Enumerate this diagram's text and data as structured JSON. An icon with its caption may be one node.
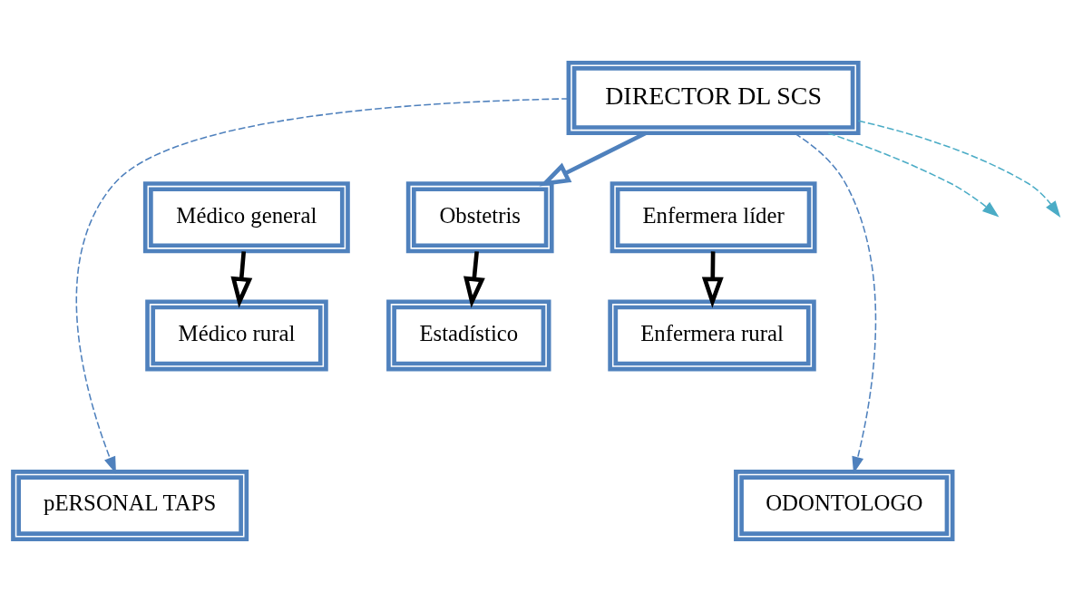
{
  "diagram": {
    "nodes": [
      {
        "text": [
          "DIRECTOR DL SCS"
        ]
      },
      {
        "text": [
          "Médico general"
        ]
      },
      {
        "text": [
          "Médico rural"
        ]
      },
      {
        "text": [
          "Obstetris"
        ]
      },
      {
        "text": [
          "Estadístico"
        ]
      },
      {
        "text": [
          "Enfermera líder"
        ]
      },
      {
        "text": [
          "Enfermera rural"
        ]
      },
      {
        "text": [
          "pERSONAL TAPS"
        ]
      },
      {
        "text": [
          "ODONTOLOGO"
        ]
      }
    ],
    "edges": [
      {
        "from": 0,
        "to": 7,
        "arrow": "to",
        "style": "dashed",
        "color": "#4f81bd"
      },
      {
        "from": 0,
        "to": 8,
        "arrow": "to",
        "style": "dashed",
        "color": "#4f81bd"
      },
      {
        "from": 0,
        "to": null,
        "arrow": "to",
        "style": "dashed",
        "color": "#4bacc6"
      },
      {
        "from": 0,
        "to": null,
        "arrow": "to",
        "style": "dashed",
        "color": "#4bacc6"
      },
      {
        "from": 0,
        "to": 3,
        "arrow": "to",
        "style": "thick",
        "color": "#4f81bd"
      },
      {
        "from": 1,
        "to": 2,
        "arrow": "to",
        "style": "thick",
        "color": "#000000"
      },
      {
        "from": 3,
        "to": 4,
        "arrow": "to",
        "style": "thick",
        "color": "#000000"
      },
      {
        "from": 5,
        "to": 6,
        "arrow": "to",
        "style": "thick",
        "color": "#000000"
      }
    ]
  }
}
